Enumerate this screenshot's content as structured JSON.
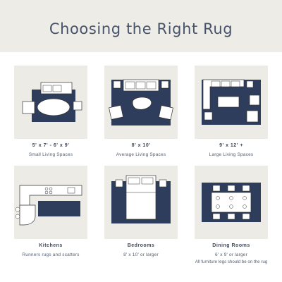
{
  "title": "Choosing the Right Rug",
  "colors": {
    "header_bg": "#eeece7",
    "tile_bg": "#ecebe6",
    "rug": "#2f3d5c",
    "text": "#3f4a5c"
  },
  "cards": [
    {
      "size": "5' x 7' - 6' x 9'",
      "desc": "Small Living Spaces"
    },
    {
      "size": "8' x 10'",
      "desc": "Average Living Spaces"
    },
    {
      "size": "9' x 12' +",
      "desc": "Large Living Spaces"
    },
    {
      "size": "Kitchens",
      "desc": "Runners rugs and scatters"
    },
    {
      "size": "Bedrooms",
      "desc": "8' x 10' or larger"
    },
    {
      "size": "Dining Rooms",
      "desc": "6' x 9' or larger",
      "note": "All furniture legs should be on the rug"
    }
  ]
}
